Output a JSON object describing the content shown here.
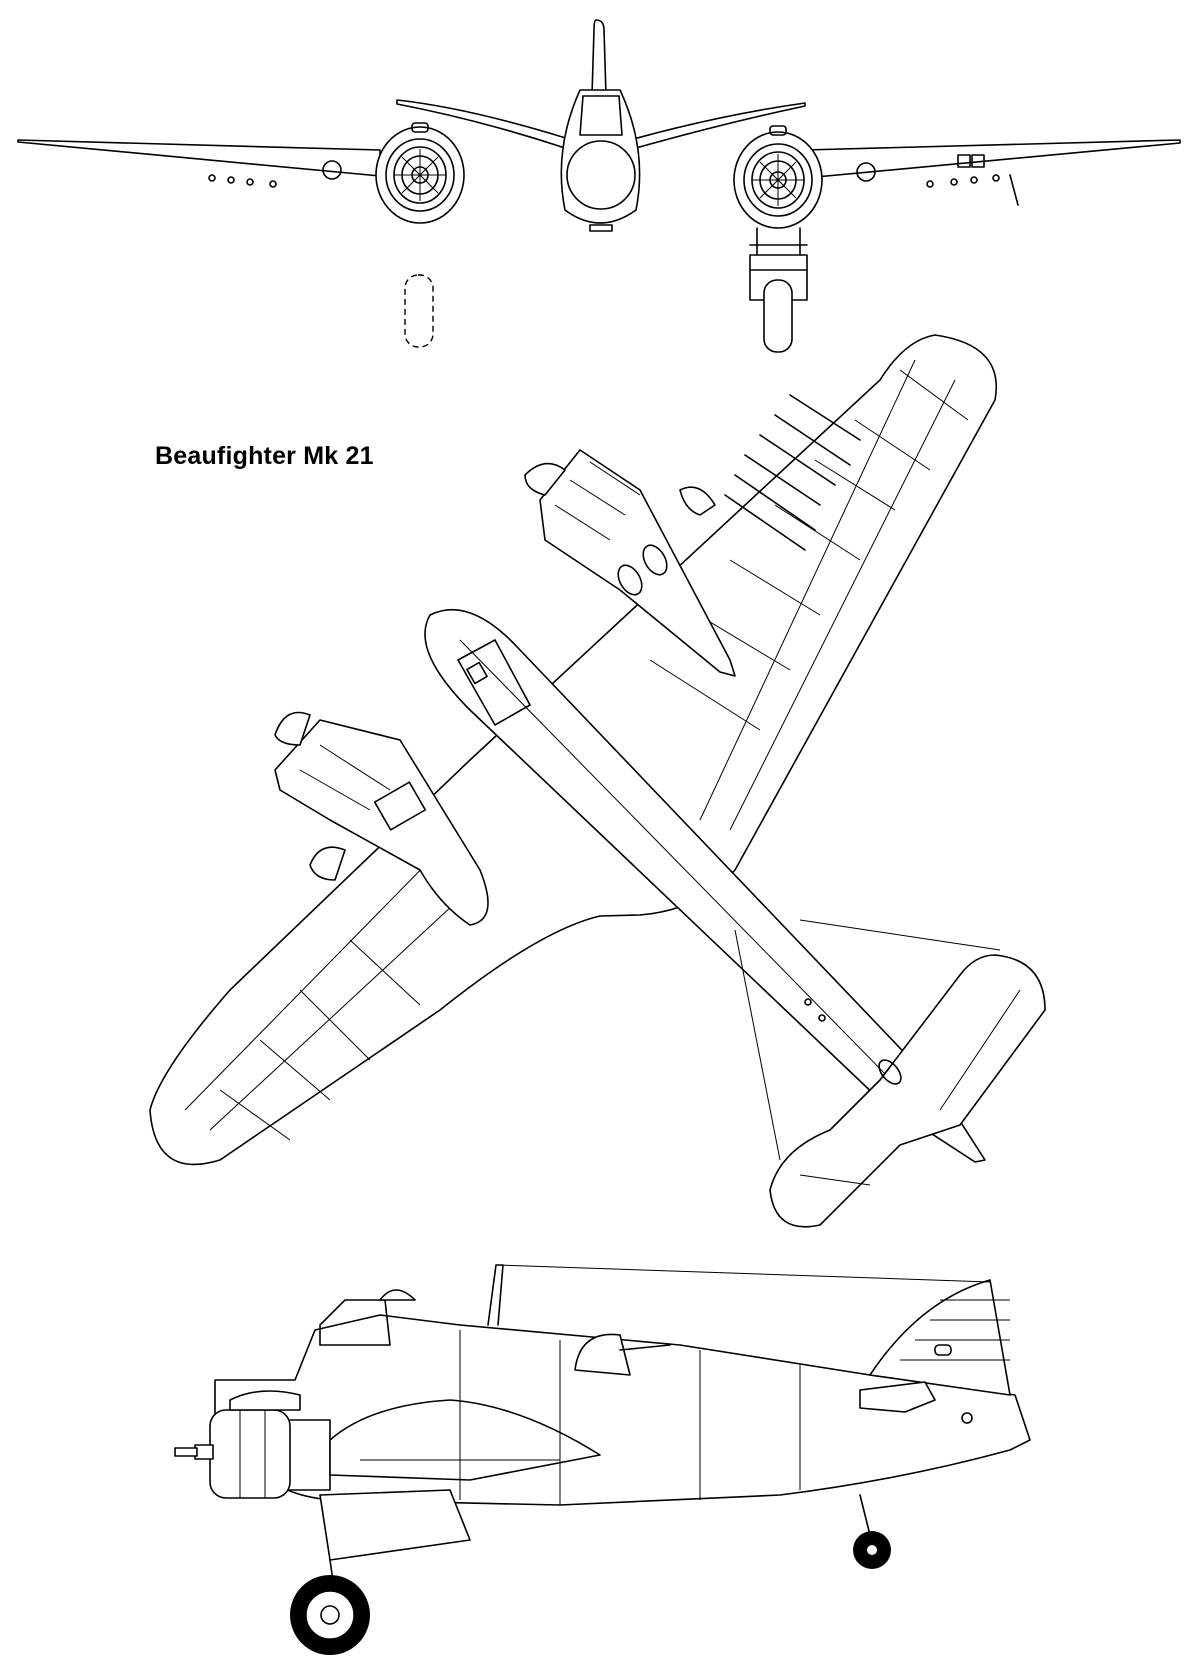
{
  "drawing": {
    "title": "Beaufighter Mk 21",
    "views": [
      "front-view",
      "plan-view",
      "side-view"
    ]
  }
}
